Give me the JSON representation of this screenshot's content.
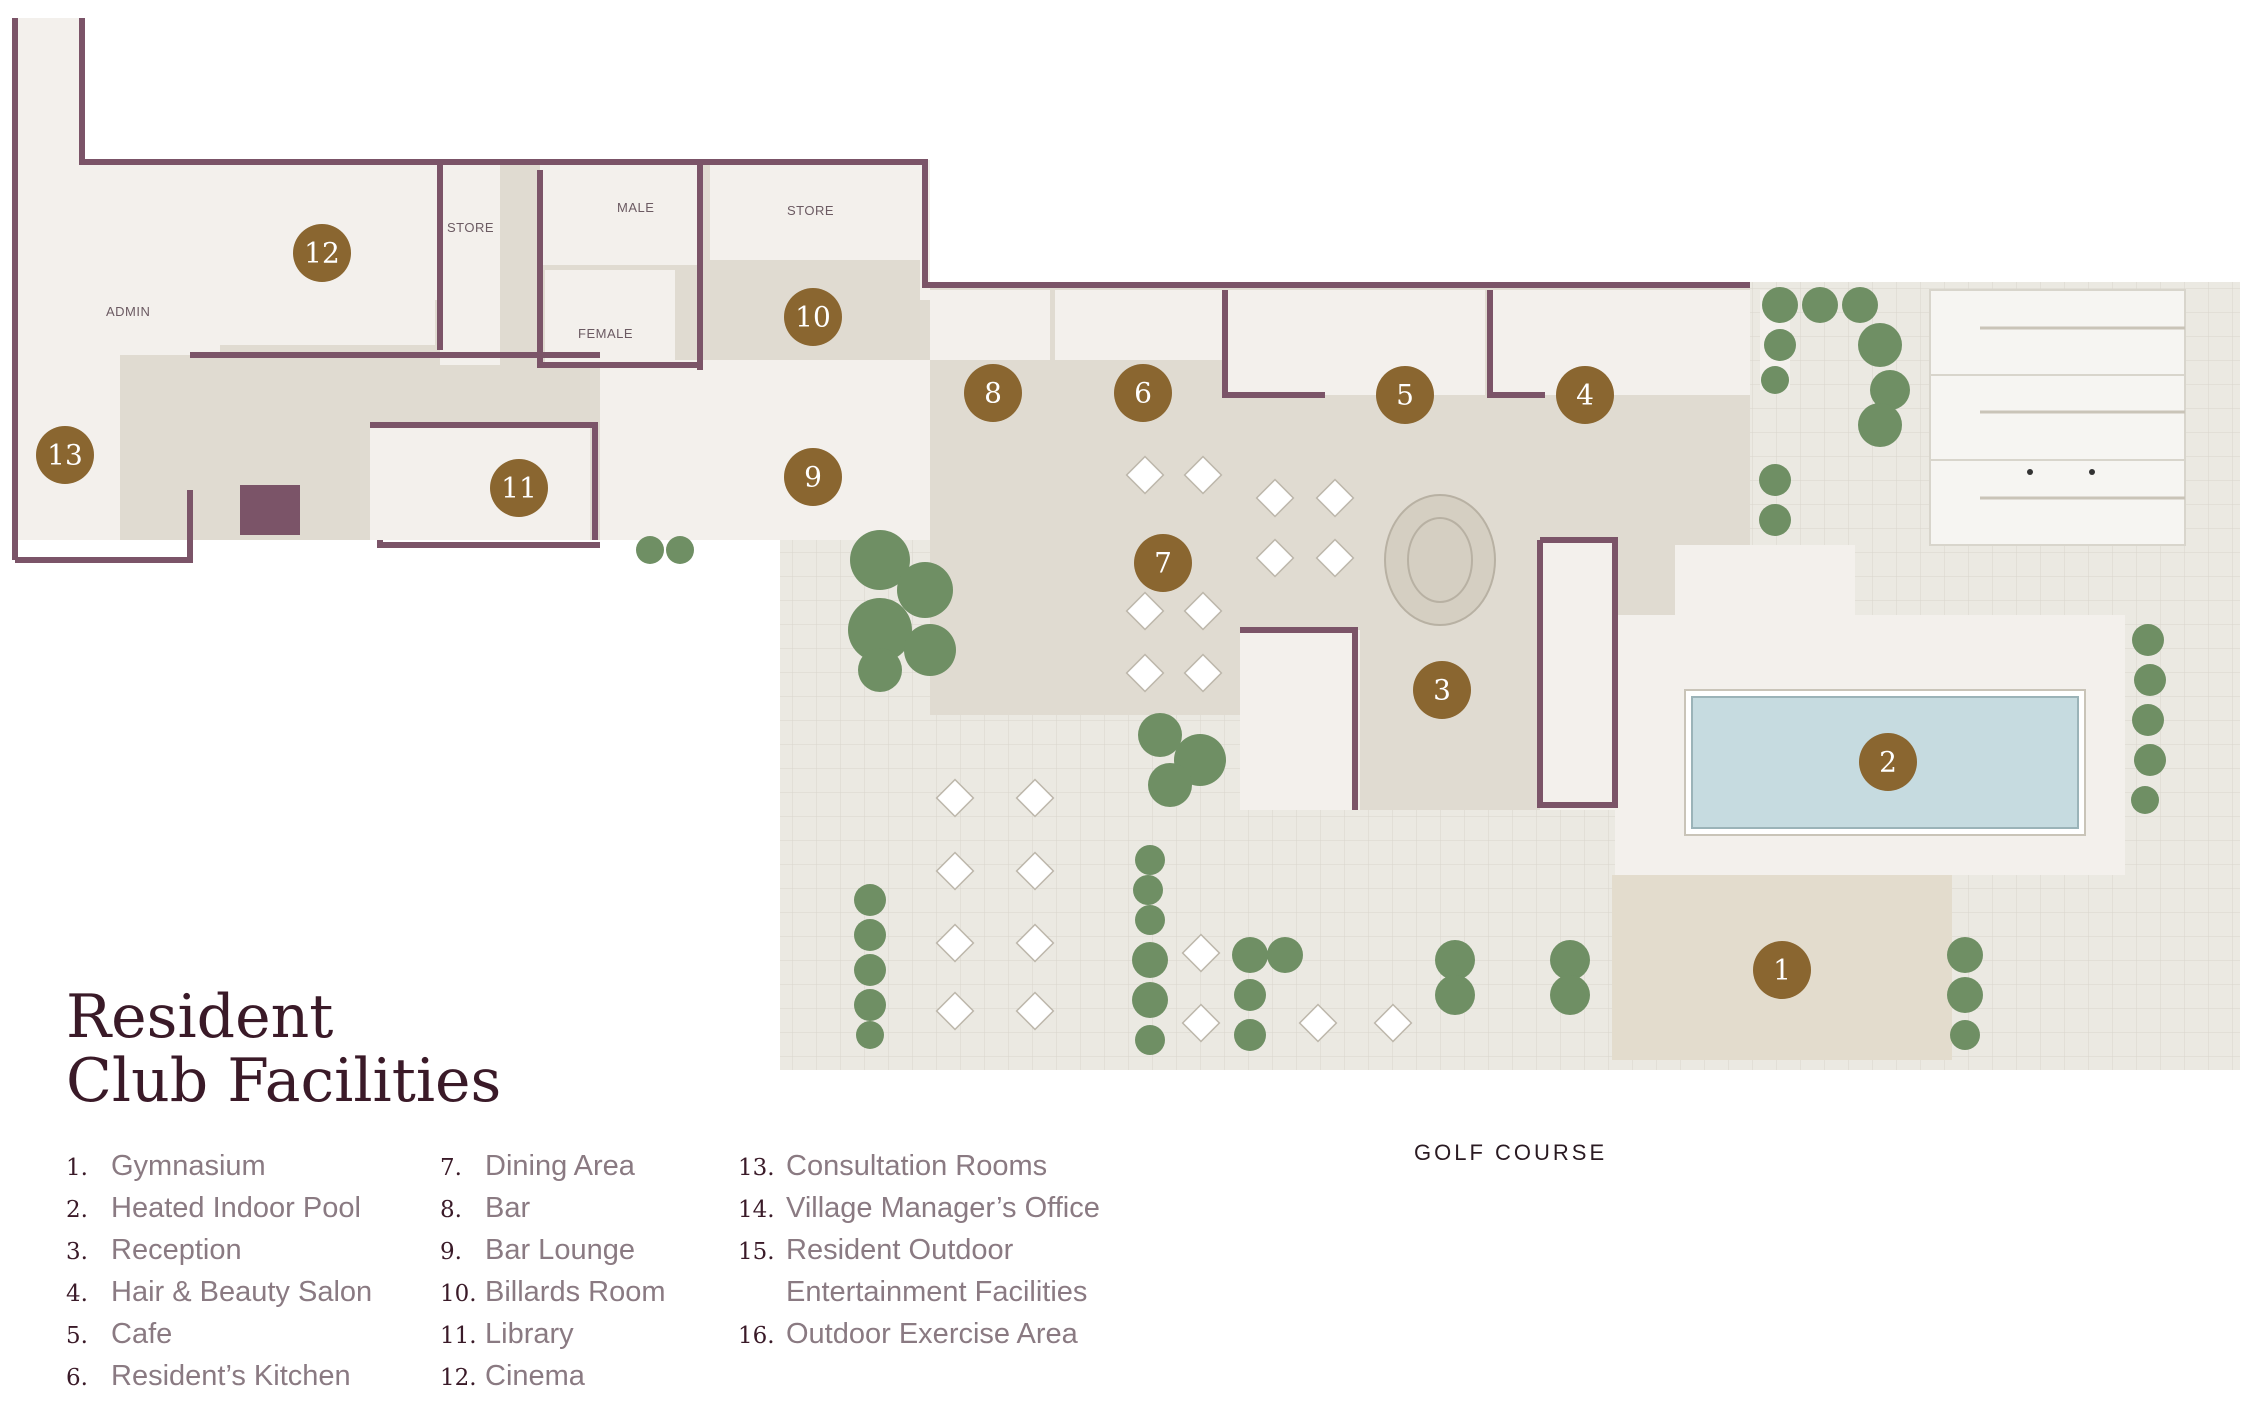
{
  "title": {
    "line1": "Resident",
    "line2": "Club Facilities"
  },
  "room_labels": {
    "store1": "STORE",
    "store2": "STORE",
    "male": "MALE",
    "female": "FEMALE",
    "admin": "ADMIN"
  },
  "markers": [
    "1",
    "2",
    "3",
    "4",
    "5",
    "6",
    "7",
    "8",
    "9",
    "10",
    "11",
    "12",
    "13"
  ],
  "legend": {
    "column1": [
      {
        "num": "1.",
        "label": "Gymnasium"
      },
      {
        "num": "2.",
        "label": "Heated Indoor Pool"
      },
      {
        "num": "3.",
        "label": "Reception"
      },
      {
        "num": "4.",
        "label": "Hair & Beauty Salon"
      },
      {
        "num": "5.",
        "label": "Cafe"
      },
      {
        "num": "6.",
        "label": "Resident’s Kitchen"
      }
    ],
    "column2": [
      {
        "num": "7.",
        "label": "Dining Area"
      },
      {
        "num": "8.",
        "label": "Bar"
      },
      {
        "num": "9.",
        "label": "Bar Lounge"
      },
      {
        "num": "10.",
        "label": "Billards Room"
      },
      {
        "num": "11.",
        "label": "Library"
      },
      {
        "num": "12.",
        "label": "Cinema"
      }
    ],
    "column3": [
      {
        "num": "13.",
        "label": "Consultation Rooms"
      },
      {
        "num": "14.",
        "label": "Village Manager’s Office"
      },
      {
        "num": "15.",
        "label": "Resident Outdoor"
      },
      {
        "num": "",
        "label": "Entertainment Facilities"
      },
      {
        "num": "16.",
        "label": "Outdoor Exercise Area"
      }
    ]
  },
  "golf_course": "GOLF COURSE",
  "colors": {
    "wall": "#7b5468",
    "floor": "#f3f0ec",
    "corridor": "#e0dbd1",
    "terrace": "#eae8e1",
    "pool": "#c6dbe0",
    "marker": "#8a6630",
    "tree": "#6f8f64",
    "title": "#3a1a28"
  }
}
